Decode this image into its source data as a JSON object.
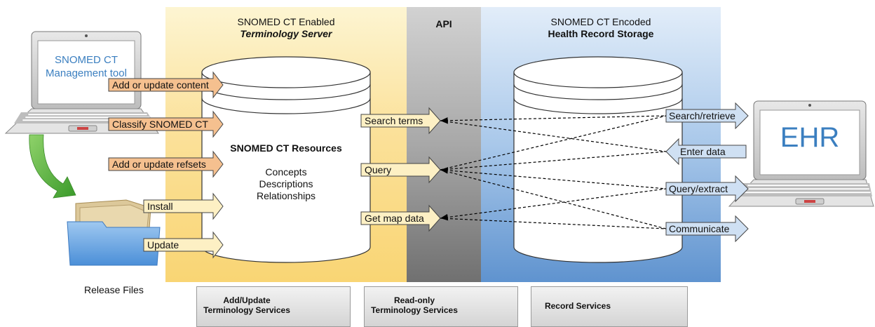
{
  "panels": {
    "terminology": {
      "title_line1": "SNOMED CT Enabled",
      "title_line2": "Terminology Server"
    },
    "api": {
      "title": "API"
    },
    "storage": {
      "title_line1": "SNOMED CT Encoded",
      "title_line2": "Health Record Storage"
    }
  },
  "resources_db": {
    "title": "SNOMED CT Resources",
    "items": [
      "Concepts",
      "Descriptions",
      "Relationships"
    ]
  },
  "management_laptop": {
    "line1": "SNOMED CT",
    "line2": "Management tool"
  },
  "ehr_laptop": {
    "label": "EHR"
  },
  "release_files": {
    "label": "Release Files"
  },
  "input_arrows": [
    {
      "label": "Add or update content"
    },
    {
      "label": "Classify SNOMED CT"
    },
    {
      "label": "Add or update refsets"
    },
    {
      "label": "Install"
    },
    {
      "label": "Update"
    }
  ],
  "api_arrows": [
    {
      "label": "Search terms"
    },
    {
      "label": "Query"
    },
    {
      "label": "Get map data"
    }
  ],
  "record_arrows": [
    {
      "label": "Search/retrieve"
    },
    {
      "label": "Enter data"
    },
    {
      "label": "Query/extract"
    },
    {
      "label": "Communicate"
    }
  ],
  "legend": [
    {
      "line1": "Add/Update",
      "line2": "Terminology Services",
      "color": "#f5c08f"
    },
    {
      "line1": "Read-only",
      "line2": "Terminology Services",
      "color": "#fdf0c4"
    },
    {
      "line1": "Record Services",
      "line2": "",
      "color": "#cfe0f3"
    }
  ],
  "colors": {
    "add_update": "#f5c08f",
    "read_only": "#fdf0c4",
    "record": "#cfe0f3",
    "panel_terminology": "#fbe19a",
    "panel_storage": "#a9c8ea",
    "panel_api": "#a8a8a8",
    "label_blue": "#3b7fc0"
  }
}
